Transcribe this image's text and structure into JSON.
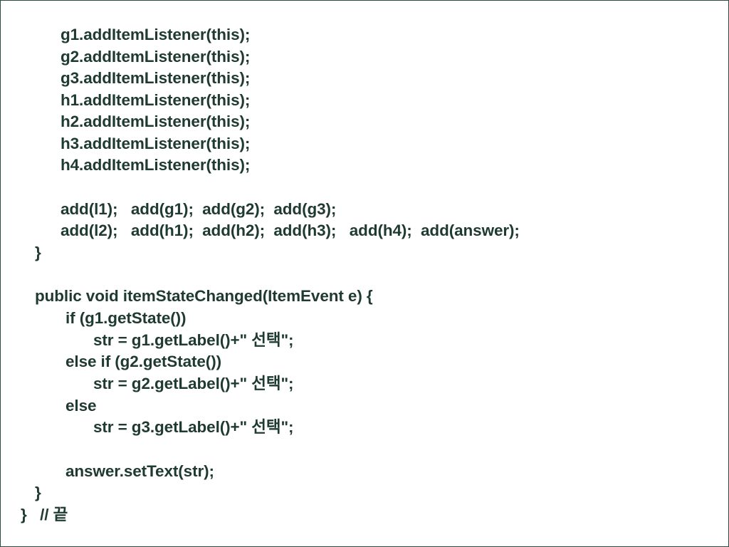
{
  "code": {
    "lines": [
      "g1.addItemListener(this);",
      "g2.addItemListener(this);",
      "g3.addItemListener(this);",
      "h1.addItemListener(this);",
      "h2.addItemListener(this);",
      "h3.addItemListener(this);",
      "h4.addItemListener(this);",
      "",
      "add(l1);   add(g1);  add(g2);  add(g3);",
      "add(l2);   add(h1);  add(h2);  add(h3);   add(h4);  add(answer);",
      "}",
      "",
      "public void itemStateChanged(ItemEvent e) {",
      "if (g1.getState())",
      "str = g1.getLabel()+\" 선택\";",
      "else if (g2.getState())",
      "str = g2.getLabel()+\" 선택\";",
      "else",
      "str = g3.getLabel()+\" 선택\";",
      "",
      "answer.setText(str);",
      "}",
      "}   // 끝"
    ]
  }
}
